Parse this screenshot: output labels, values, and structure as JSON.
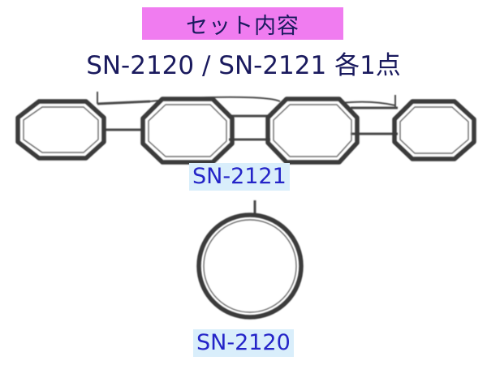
{
  "header": {
    "title": "セット内容",
    "badge_color": "#f07cf0"
  },
  "subtitle": "SN-2120 / SN-2121 各1点",
  "parts": {
    "manifold_gasket_label": "SN-2121",
    "throttle_gasket_label": "SN-2120",
    "label_background": "#d9eefb",
    "label_color": "#2424c8",
    "gasket_color": "#3a3a3a"
  }
}
